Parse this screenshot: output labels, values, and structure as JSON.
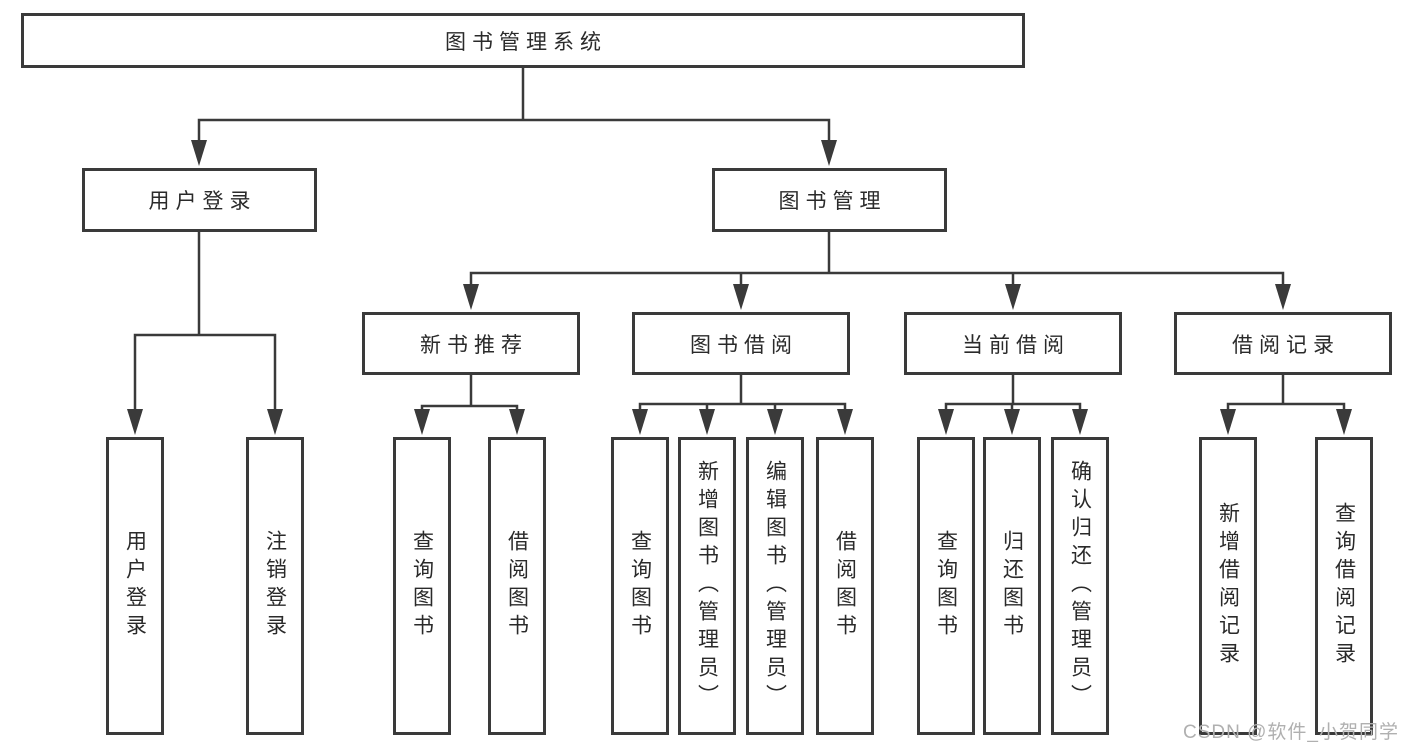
{
  "colors": {
    "line": "#3a3a3a",
    "text": "#2a2a2a",
    "background": "#ffffff",
    "watermark": "#b0b0b0"
  },
  "watermark": {
    "text": "CSDN @软件_小贺同学"
  },
  "tree": {
    "label": "图书管理系统",
    "children": [
      {
        "label": "用户登录",
        "children": [
          {
            "label": "用户登录"
          },
          {
            "label": "注销登录"
          }
        ]
      },
      {
        "label": "图书管理",
        "children": [
          {
            "label": "新书推荐",
            "children": [
              {
                "label": "查询图书"
              },
              {
                "label": "借阅图书"
              }
            ]
          },
          {
            "label": "图书借阅",
            "children": [
              {
                "label": "查询图书"
              },
              {
                "label": "新增图书（管理员）"
              },
              {
                "label": "编辑图书（管理员）"
              },
              {
                "label": "借阅图书"
              }
            ]
          },
          {
            "label": "当前借阅",
            "children": [
              {
                "label": "查询图书"
              },
              {
                "label": "归还图书"
              },
              {
                "label": "确认归还（管理员）"
              }
            ]
          },
          {
            "label": "借阅记录",
            "children": [
              {
                "label": "新增借阅记录"
              },
              {
                "label": "查询借阅记录"
              }
            ]
          }
        ]
      }
    ]
  }
}
